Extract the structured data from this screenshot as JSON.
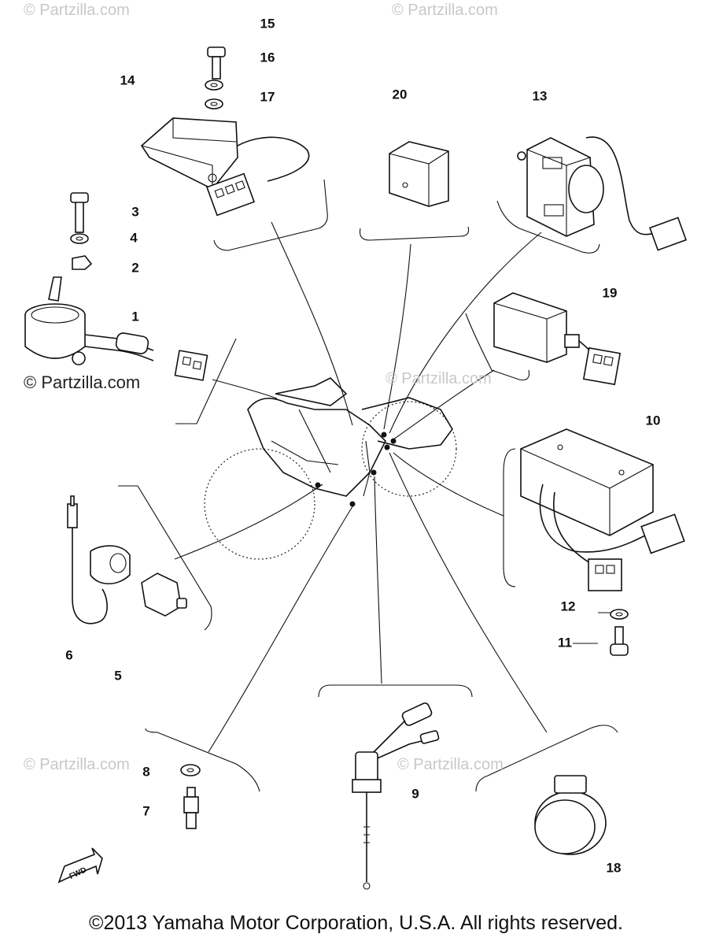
{
  "watermarks": {
    "w1": "© Partzilla.com",
    "w2": "© Partzilla.com",
    "w3": "© Partzilla.com",
    "w4": "© Partzilla.com",
    "w5": "© Partzilla.com",
    "w6": "© Partzilla.com"
  },
  "callouts": {
    "c1": "1",
    "c2": "2",
    "c3": "3",
    "c4": "4",
    "c5": "5",
    "c6": "6",
    "c7": "7",
    "c8": "8",
    "c9": "9",
    "c10": "10",
    "c11": "11",
    "c12": "12",
    "c13": "13",
    "c14": "14",
    "c15": "15",
    "c16": "16",
    "c17": "17",
    "c18": "18",
    "c19": "19",
    "c20": "20"
  },
  "fwd_label": "FWD",
  "copyright": "©2013 Yamaha Motor Corporation, U.S.A. All rights reserved."
}
